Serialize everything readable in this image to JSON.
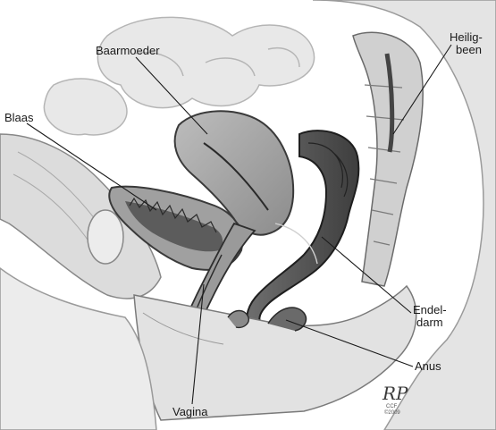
{
  "labels": {
    "baarmoeder": "Baarmoeder",
    "heiligbeen_1": "Heilig-",
    "heiligbeen_2": "been",
    "blaas": "Blaas",
    "endeldarm_1": "Endel-",
    "endeldarm_2": "darm",
    "anus": "Anus",
    "vagina": "Vagina"
  },
  "signature": {
    "initials": "RP",
    "org": "CCF",
    "year": "©2009"
  },
  "colors": {
    "tissue_light": "#d9d9d9",
    "tissue_mid": "#a8a8a8",
    "tissue_dark": "#5a5a5a",
    "line": "#2a2a2a"
  }
}
